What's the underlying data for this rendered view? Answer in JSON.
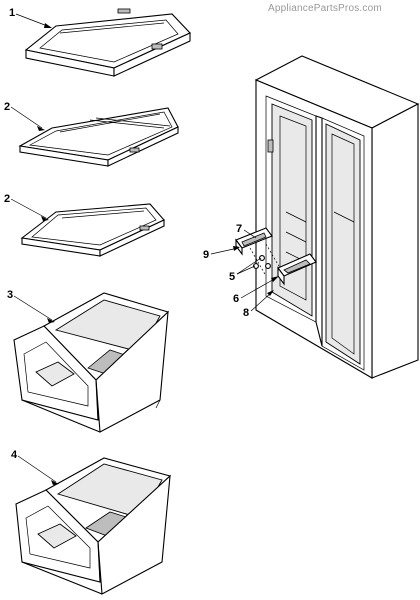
{
  "watermark": "AppliancePartsPros.com",
  "callouts": {
    "c1": "1",
    "c2a": "2",
    "c2b": "2",
    "c3": "3",
    "c4": "4",
    "c5": "5",
    "c6": "6",
    "c7": "7",
    "c8": "8",
    "c9": "9"
  }
}
